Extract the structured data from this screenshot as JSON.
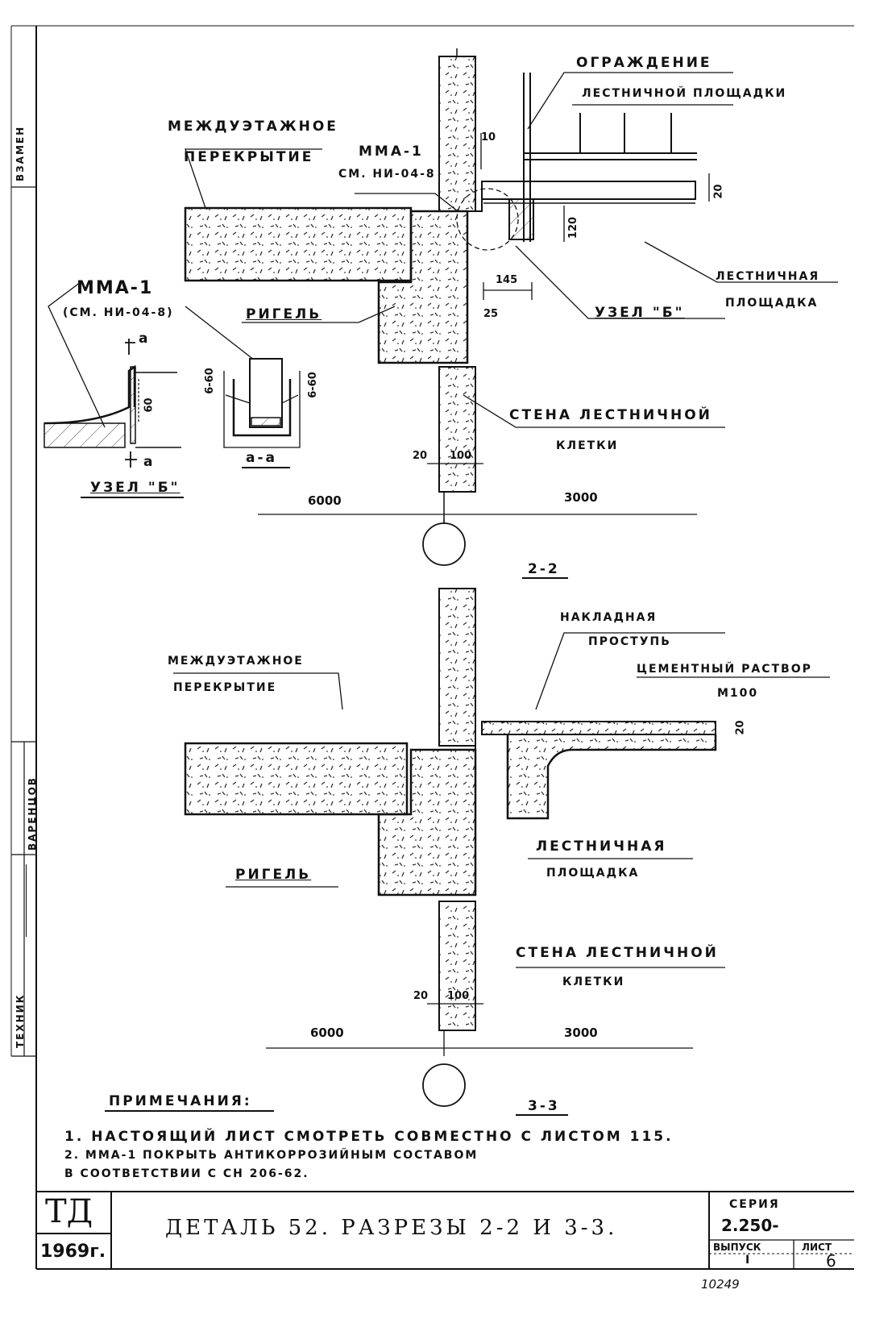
{
  "section_upper": {
    "railing": [
      "ОГРАЖДЕНИЕ",
      "ЛЕСТНИЧНОЙ ПЛОЩАДКИ"
    ],
    "floor_slab": [
      "МЕЖДУЭТАЖНОЕ",
      "ПЕРЕКРЫТИЕ"
    ],
    "mma_ref": [
      "ММА-1",
      "СМ. НИ-04-8"
    ],
    "dim_10": "10",
    "dim_20": "20",
    "dim_120": "120",
    "dim_145": "145",
    "dim_25": "25",
    "dim_20b": "20",
    "dim_100": "100",
    "landing": [
      "ЛЕСТНИЧНАЯ",
      "ПЛОЩАДКА"
    ],
    "girder": "РИГЕЛЬ",
    "node_ref": "УЗЕЛ \"Б\"",
    "wall": [
      "СТЕНА ЛЕСТНИЧНОЙ",
      "КЛЕТКИ"
    ],
    "span_left": "6000",
    "span_right": "3000"
  },
  "node_detail": {
    "mma_ref": [
      "ММА-1",
      "(СМ. НИ-04-8)"
    ],
    "cut_top": "а",
    "cut_bottom": "а",
    "dim_60": "60",
    "dim_6_60_left": "6-60",
    "dim_6_60_right": "6-60",
    "node_title": "УЗЕЛ \"Б\"",
    "section_title": "а-а"
  },
  "section_2_2": {
    "title": "2-2"
  },
  "section_lower": {
    "tread": [
      "НАКЛАДНАЯ",
      "ПРОСТУПЬ"
    ],
    "mortar": [
      "ЦЕМЕНТНЫЙ РАСТВОР",
      "М100"
    ],
    "dim_20": "20",
    "floor_slab": [
      "МЕЖДУЭТАЖНОЕ",
      "ПЕРЕКРЫТИЕ"
    ],
    "landing": [
      "ЛЕСТНИЧНАЯ",
      "ПЛОЩАДКА"
    ],
    "girder": "РИГЕЛЬ",
    "wall": [
      "СТЕНА ЛЕСТНИЧНОЙ",
      "КЛЕТКИ"
    ],
    "dim_100": "100",
    "span_left": "6000",
    "span_right": "3000"
  },
  "section_3_3": {
    "title": "3-3"
  },
  "notes": {
    "heading": "ПРИМЕЧАНИЯ:",
    "lines": [
      "1. НАСТОЯЩИЙ ЛИСТ СМОТРЕТЬ СОВМЕСТНО С ЛИСТОМ 115.",
      "2. ММА-1 ПОКРЫТЬ АНТИКОРРОЗИЙНЫМ СОСТАВОМ",
      "В СООТВЕТСТВИИ С СН 206-62."
    ]
  },
  "side_stamp": {
    "top": "ВЗАМЕН",
    "bottom_labels": [
      "ТЕХНИК",
      "ВАРЕНЦОВ"
    ]
  },
  "title_block": {
    "org": "ТД",
    "year": "1969г.",
    "title": "ДЕТАЛЬ 52. РАЗРЕЗЫ 2-2 И 3-3.",
    "series_label": "СЕРИЯ",
    "series_value": "2.250-",
    "issue_label": "ВЫПУСК",
    "issue_value": "I",
    "sheet_label": "ЛИСТ",
    "sheet_value": "6"
  },
  "archive_number": "10249"
}
